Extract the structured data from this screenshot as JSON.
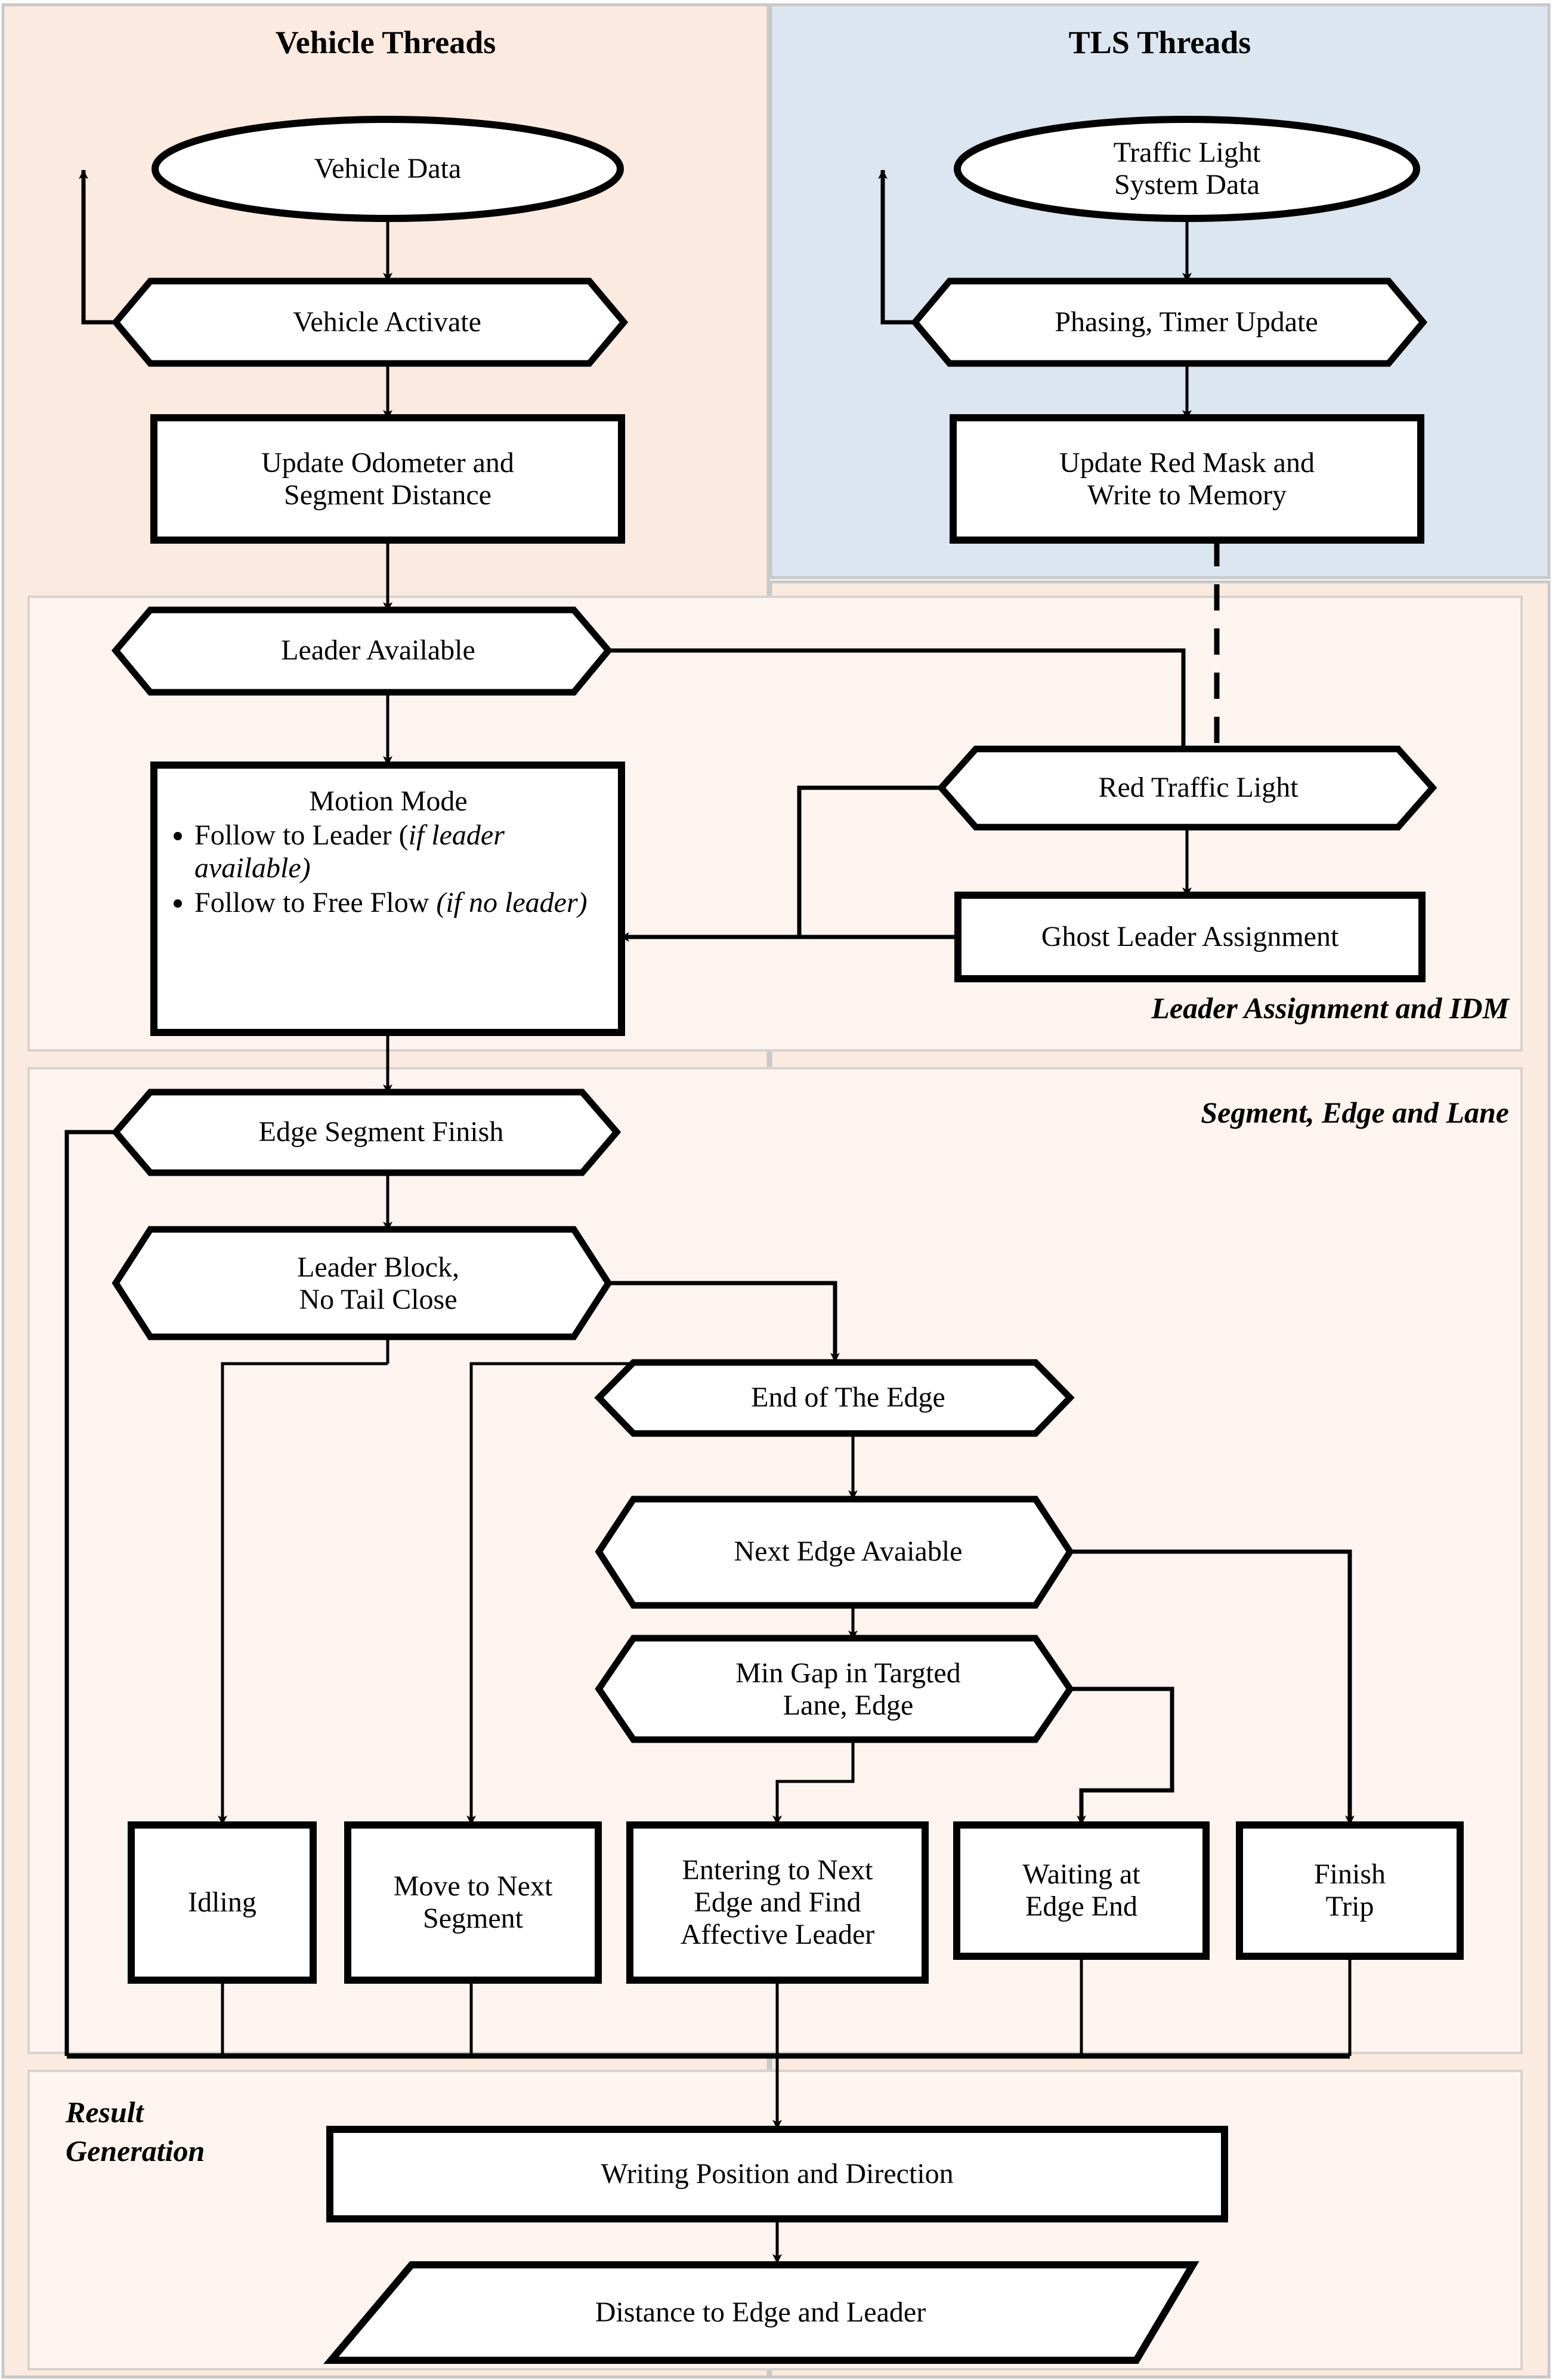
{
  "panels": {
    "vehicle_threads": {
      "title": "Vehicle Threads",
      "bg": "#FAEAE0"
    },
    "tls_threads": {
      "title": "TLS Threads",
      "bg": "#DCE6F1"
    },
    "leader_idm": {
      "label": "Leader Assignment and IDM",
      "bg": "#FDF4EF"
    },
    "segment_edge_lane": {
      "label": "Segment, Edge and Lane",
      "bg": "#FDF4EF"
    },
    "result_generation": {
      "label_line1": "Result",
      "label_line2": "Generation",
      "bg": "#FDF4EF"
    }
  },
  "nodes": {
    "vehicle_data": {
      "label": "Vehicle Data",
      "shape": "ellipse"
    },
    "vehicle_activate": {
      "label": "Vehicle Activate",
      "shape": "hexagon"
    },
    "update_odometer": {
      "label": "Update Odometer and\nSegment Distance",
      "shape": "rect"
    },
    "tls_data": {
      "label": "Traffic Light\nSystem Data",
      "shape": "ellipse"
    },
    "phasing_timer": {
      "label": "Phasing, Timer Update",
      "shape": "hexagon"
    },
    "update_red_mask": {
      "label": "Update Red Mask and\nWrite to Memory",
      "shape": "rect"
    },
    "leader_available": {
      "label": "Leader Available",
      "shape": "hexagon"
    },
    "motion_mode": {
      "shape": "rect",
      "header": "Motion Mode",
      "bullets": [
        {
          "plain": "Follow to Leader (",
          "italic": "if",
          "plain2": "",
          "rest_italic": "leader available)"
        },
        {
          "plain": "Follow to Free Flow",
          "italic": "",
          "rest_italic": "(if  no leader)"
        }
      ]
    },
    "red_traffic_light": {
      "label": "Red Traffic Light",
      "shape": "hexagon"
    },
    "ghost_leader": {
      "label": "Ghost Leader Assignment",
      "shape": "rect"
    },
    "edge_segment_finish": {
      "label": "Edge Segment Finish",
      "shape": "hexagon"
    },
    "leader_block": {
      "label": "Leader Block,\nNo Tail Close",
      "shape": "hexagon"
    },
    "end_of_edge": {
      "label": "End of The Edge",
      "shape": "hexagon"
    },
    "next_edge_available": {
      "label": "Next Edge Avaiable",
      "shape": "hexagon"
    },
    "min_gap": {
      "label": "Min Gap in Targted\nLane, Edge",
      "shape": "hexagon"
    },
    "idling": {
      "label": "Idling",
      "shape": "rect"
    },
    "move_next_segment": {
      "label": "Move to Next\nSegment",
      "shape": "rect"
    },
    "entering_next_edge": {
      "label": "Entering to Next\nEdge and Find\nAffective Leader",
      "shape": "rect"
    },
    "waiting_edge_end": {
      "label": "Waiting at\nEdge End",
      "shape": "rect"
    },
    "finish_trip": {
      "label": "Finish\nTrip",
      "shape": "rect"
    },
    "writing_position": {
      "label": "Writing Position and Direction",
      "shape": "rect"
    },
    "distance_edge_leader": {
      "label": "Distance to Edge and Leader",
      "shape": "parallelogram"
    }
  },
  "colors": {
    "stroke": "#000000",
    "node_fill": "#FFFFFF",
    "panel_border": "#C8C8C8",
    "peach_outer": "#FAEAE0",
    "peach_inner": "#FDF4EF",
    "blue": "#DCE6F1"
  }
}
